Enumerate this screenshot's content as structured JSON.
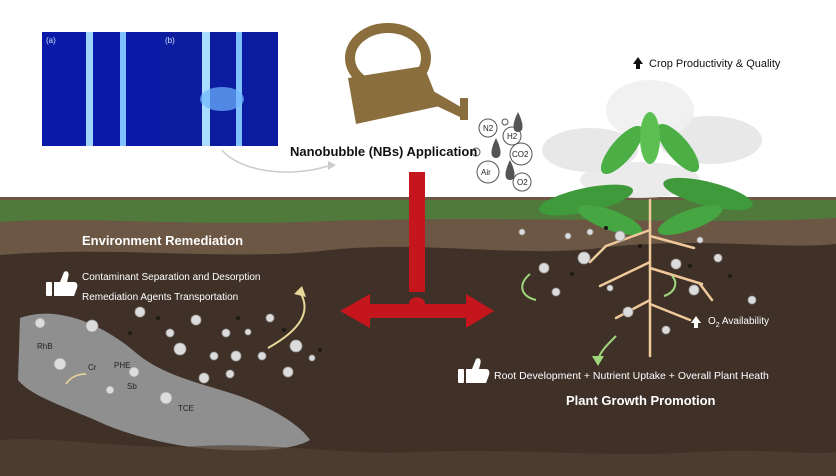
{
  "microscopy": {
    "panel_a": "(a)",
    "panel_b": "(b)"
  },
  "application_label": "Nanobubble (NBs) Application",
  "gases": [
    "N2",
    "H2",
    "CO2",
    "Air",
    "O2"
  ],
  "crop_label": "Crop Productivity & Quality",
  "environment": {
    "title": "Environment Remediation",
    "line1": "Contaminant Separation and Desorption",
    "line2": "Remediation Agents Transportation",
    "contaminants": [
      "RhB",
      "Cr",
      "PHE",
      "Sb",
      "TCE"
    ]
  },
  "plant": {
    "o2_label": "O",
    "o2_sub": "2",
    "o2_rest": " Availability",
    "benefits": "Root Development + Nutrient Uptake + Overall Plant Heath",
    "title": "Plant Growth Promotion"
  },
  "colors": {
    "grass": "#4f7a3c",
    "soil_top": "#6b5744",
    "soil_dark": "#3f3128",
    "rock": "#8f8f8f",
    "arrow_red": "#c4161c",
    "watering_can": "#8a6e3d",
    "leaf": "#3e9a3a"
  }
}
